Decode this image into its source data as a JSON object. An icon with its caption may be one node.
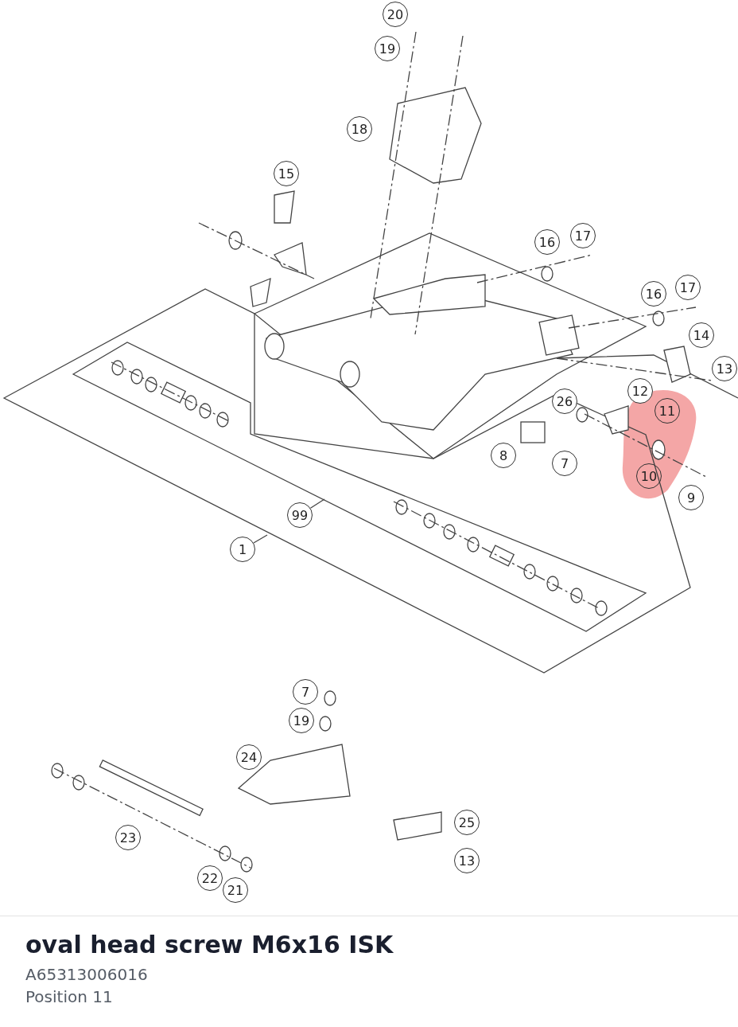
{
  "diagram": {
    "title": "oval head screw M6x16 ISK",
    "nodes": [
      {
        "text": [
          "20"
        ]
      },
      {
        "text": [
          "19"
        ]
      },
      {
        "text": [
          "18"
        ]
      },
      {
        "text": [
          "15"
        ]
      },
      {
        "text": [
          "16"
        ]
      },
      {
        "text": [
          "17"
        ]
      },
      {
        "text": [
          "16"
        ]
      },
      {
        "text": [
          "17"
        ]
      },
      {
        "text": [
          "14"
        ]
      },
      {
        "text": [
          "13"
        ]
      },
      {
        "text": [
          "26"
        ]
      },
      {
        "text": [
          "12"
        ]
      },
      {
        "text": [
          "11"
        ]
      },
      {
        "text": [
          "8"
        ]
      },
      {
        "text": [
          "7"
        ]
      },
      {
        "text": [
          "10"
        ]
      },
      {
        "text": [
          "9"
        ]
      },
      {
        "text": [
          "99"
        ]
      },
      {
        "text": [
          "1"
        ]
      },
      {
        "text": [
          "7"
        ]
      },
      {
        "text": [
          "19"
        ]
      },
      {
        "text": [
          "24"
        ]
      },
      {
        "text": [
          "25"
        ]
      },
      {
        "text": [
          "23"
        ]
      },
      {
        "text": [
          "13"
        ]
      },
      {
        "text": [
          "22"
        ]
      },
      {
        "text": [
          "21"
        ]
      }
    ],
    "edges": [
      {
        "from": 17,
        "to": null,
        "arrow": "none"
      },
      {
        "from": 18,
        "to": null,
        "arrow": "none"
      }
    ],
    "labels": [
      "A65313006016",
      "Position 11"
    ]
  }
}
